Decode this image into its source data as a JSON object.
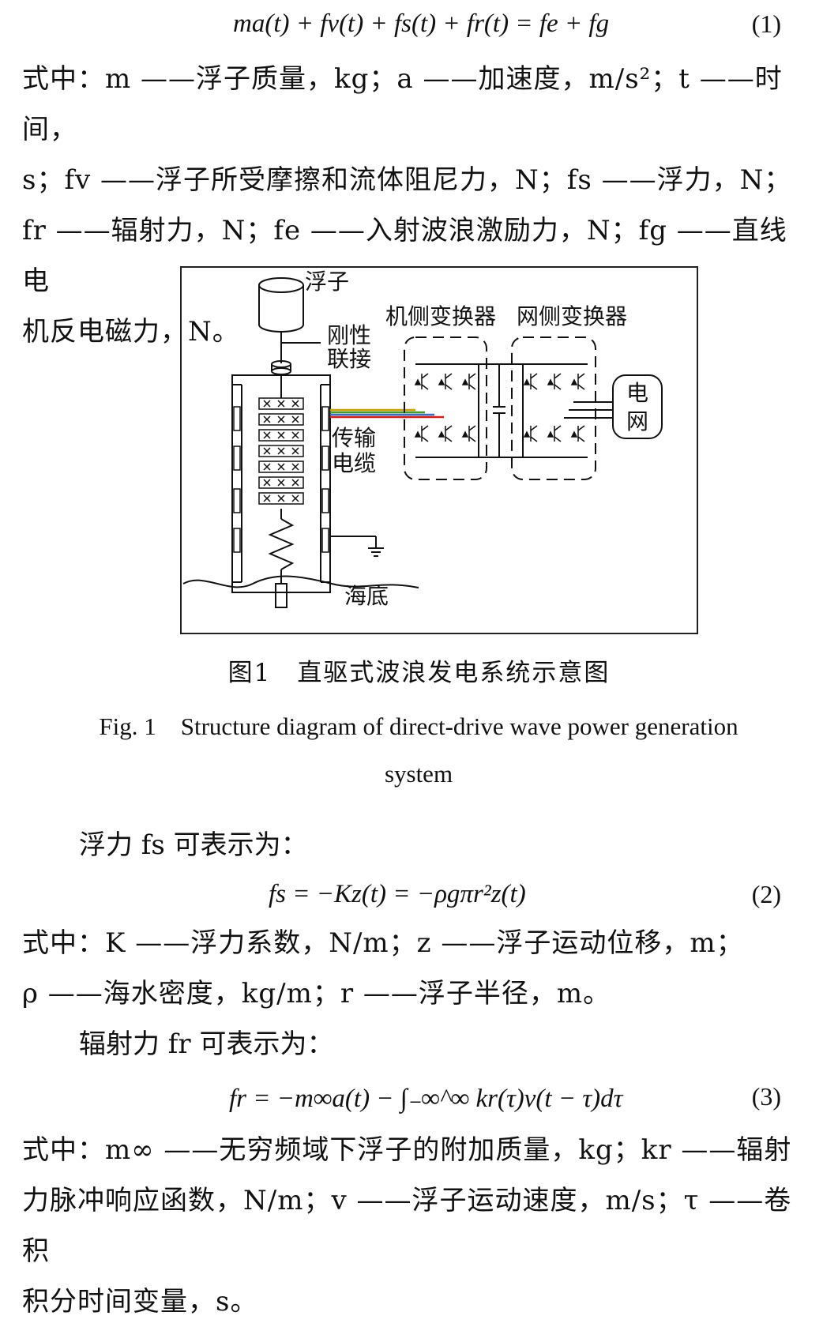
{
  "eq1": {
    "formula": "ma(t) + fv(t) + fs(t) + fr(t) = fe + fg",
    "number": "(1)"
  },
  "para1": {
    "line1": "式中：m ——浮子质量，kg；a ——加速度，m/s²；t ——时间，",
    "line2": "s；fv ——浮子所受摩擦和流体阻尼力，N；fs ——浮力，N；",
    "line3": "fr ——辐射力，N；fe ——入射波浪激励力，N；fg ——直线电",
    "line4": "机反电磁力，N。"
  },
  "figure": {
    "labels": {
      "float": "浮子",
      "rigid_line1": "刚性",
      "rigid_line2": "联接",
      "machine_converter": "机侧变换器",
      "grid_converter": "网侧变换器",
      "cable_line1": "传输",
      "cable_line2": "电缆",
      "grid_char1": "电",
      "grid_char2": "网",
      "seabed": "海底"
    },
    "caption_cn": "图1　直驱式波浪发电系统示意图",
    "caption_en": "Fig. 1　Structure diagram of direct-drive wave power generation system",
    "cable_colors": [
      "#c8a000",
      "#4a9a2a",
      "#3a6fc0",
      "#d02020"
    ]
  },
  "intro2": "浮力 fs 可表示为：",
  "eq2": {
    "formula": "fs = −Kz(t) = −ρgπr²z(t)",
    "number": "(2)"
  },
  "para2": {
    "line1": "式中：K ——浮力系数，N/m；z ——浮子运动位移，m；",
    "line2": "ρ ——海水密度，kg/m；r ——浮子半径，m。"
  },
  "intro3": "辐射力 fr 可表示为：",
  "eq3": {
    "formula": "fr = −m∞a(t) − ∫₋∞^∞ kr(τ)v(t − τ)dτ",
    "number": "(3)"
  },
  "para3": {
    "line1": "式中：m∞ ——无穷频域下浮子的附加质量，kg；kr ——辐射",
    "line2": "力脉冲响应函数，N/m；v ——浮子运动速度，m/s；τ ——卷积",
    "line3": "积分时间变量，s。"
  }
}
